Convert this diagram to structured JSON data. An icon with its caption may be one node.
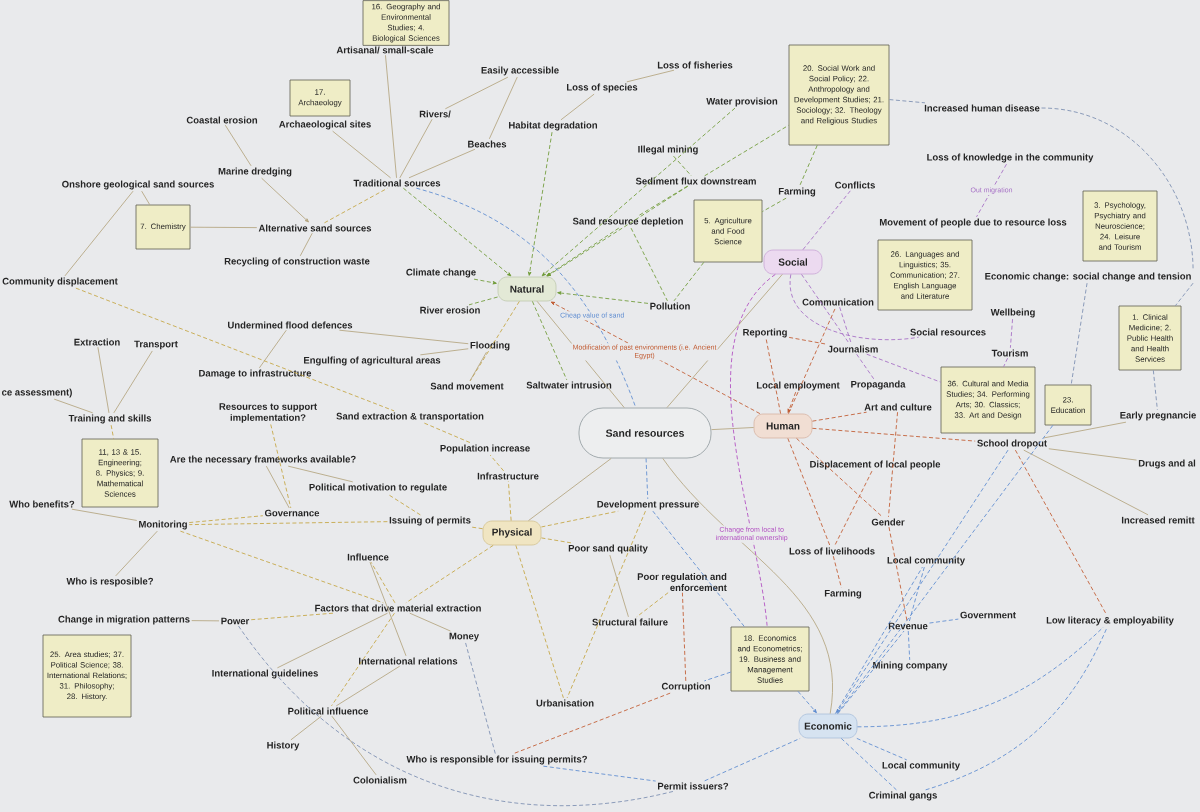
{
  "diagram": {
    "nodes": [
      {
        "text": [
          "16. Geography and Environmental Studies; 4. Biological Sciences"
        ]
      },
      {
        "text": [
          "Artisanal/ small-scale"
        ]
      },
      {
        "text": [
          "Loss of fisheries"
        ]
      },
      {
        "text": [
          "Easily accessible"
        ]
      },
      {
        "text": [
          "Loss of species"
        ]
      },
      {
        "text": [
          "17. Archaeology"
        ]
      },
      {
        "text": [
          "20. Social Work and Social Policy; 22. Anthropology and Development Studies; 21. Sociology; 32. Theology and Religious Studies"
        ]
      },
      {
        "text": [
          "Water provision"
        ]
      },
      {
        "text": [
          "Increased human disease"
        ]
      },
      {
        "text": [
          "Rivers/"
        ]
      },
      {
        "text": [
          "Coastal erosion"
        ]
      },
      {
        "text": [
          "Archaeological sites"
        ]
      },
      {
        "text": [
          "Habitat degradation"
        ]
      },
      {
        "text": [
          "Beaches"
        ]
      },
      {
        "text": [
          "Illegal mining"
        ]
      },
      {
        "text": [
          "Loss of knowledge in the community"
        ]
      },
      {
        "text": [
          "Marine dredging"
        ]
      },
      {
        "text": [
          "Traditional sources"
        ]
      },
      {
        "text": [
          "Sediment flux downstream"
        ]
      },
      {
        "text": [
          "Onshore geological sand sources"
        ]
      },
      {
        "text": [
          "Conflicts"
        ]
      },
      {
        "text": [
          "Farming"
        ]
      },
      {
        "text": [
          "7. Chemistry"
        ]
      },
      {
        "text": [
          "5. Agriculture and Food Science"
        ]
      },
      {
        "text": [
          "Sand resource depletion"
        ]
      },
      {
        "text": [
          "Movement of people due to resource loss"
        ]
      },
      {
        "text": [
          "3. Psychology, Psychiatry and Neuroscience; 24. Leisure and Tourism"
        ]
      },
      {
        "text": [
          "Alternative sand sources"
        ]
      },
      {
        "text": [
          "Recycling of construction waste"
        ]
      },
      {
        "text": [
          "Social"
        ]
      },
      {
        "text": [
          "Climate change"
        ]
      },
      {
        "text": [
          "26. Languages and Linguistics; 35. Communication; 27. English Language and Literature"
        ]
      },
      {
        "text": [
          "Economic change: social change and tension"
        ]
      },
      {
        "text": [
          "Community displacement"
        ]
      },
      {
        "text": [
          "Natural"
        ]
      },
      {
        "text": [
          "Communication"
        ]
      },
      {
        "text": [
          "Pollution"
        ]
      },
      {
        "text": [
          "River erosion"
        ]
      },
      {
        "text": [
          "Wellbeing"
        ]
      },
      {
        "text": [
          "Undermined flood defences"
        ]
      },
      {
        "text": [
          "Social resources"
        ]
      },
      {
        "text": [
          "Reporting"
        ]
      },
      {
        "text": [
          "1. Clinical Medicine; 2. Public Health and Health Services"
        ]
      },
      {
        "text": [
          "Extraction"
        ]
      },
      {
        "text": [
          "Transport"
        ]
      },
      {
        "text": [
          "Flooding"
        ]
      },
      {
        "text": [
          "Journalism"
        ]
      },
      {
        "text": [
          "Tourism"
        ]
      },
      {
        "text": [
          "Engulfing of agricultural areas"
        ]
      },
      {
        "text": [
          "Damage to infrastructure"
        ]
      },
      {
        "text": [
          "Local employment"
        ]
      },
      {
        "text": [
          "Propaganda"
        ]
      },
      {
        "text": [
          "Sand movement"
        ]
      },
      {
        "text": [
          "Saltwater intrusion"
        ]
      },
      {
        "text": [
          "ce assessment)"
        ]
      },
      {
        "text": [
          "36. Cultural and Media Studies; 34. Performing Arts; 30. Classics; 33. Art and Design"
        ]
      },
      {
        "text": [
          "23. Education"
        ]
      },
      {
        "text": [
          "Art and culture"
        ]
      },
      {
        "text": [
          "Resources to support implementation?"
        ]
      },
      {
        "text": [
          "Early pregnancie"
        ]
      },
      {
        "text": [
          "Sand extraction & transportation"
        ]
      },
      {
        "text": [
          "Training and skills"
        ]
      },
      {
        "text": [
          "Human"
        ]
      },
      {
        "text": [
          "Sand resources"
        ]
      },
      {
        "text": [
          "School dropout"
        ]
      },
      {
        "text": [
          "Population increase"
        ]
      },
      {
        "text": [
          "Are the necessary frameworks available?"
        ]
      },
      {
        "text": [
          "Drugs and al"
        ]
      },
      {
        "text": [
          "Displacement of local people"
        ]
      },
      {
        "text": [
          "11, 13 & 15. Engineering; 8. Physics; 9. Mathematical Sciences"
        ]
      },
      {
        "text": [
          "Infrastructure"
        ]
      },
      {
        "text": [
          "Political motivation to regulate"
        ]
      },
      {
        "text": [
          "Who benefits?"
        ]
      },
      {
        "text": [
          "Development pressure"
        ]
      },
      {
        "text": [
          "Governance"
        ]
      },
      {
        "text": [
          "Increased remitt"
        ]
      },
      {
        "text": [
          "Issuing of permits"
        ]
      },
      {
        "text": [
          "Gender"
        ]
      },
      {
        "text": [
          "Monitoring"
        ]
      },
      {
        "text": [
          "Physical"
        ]
      },
      {
        "text": [
          "Poor sand quality"
        ]
      },
      {
        "text": [
          "Loss of livelihoods"
        ]
      },
      {
        "text": [
          "Local community"
        ]
      },
      {
        "text": [
          "Influence"
        ]
      },
      {
        "text": [
          "Who is resposible?"
        ]
      },
      {
        "text": [
          "Poor regulation and enforcement"
        ]
      },
      {
        "text": [
          "Farming"
        ]
      },
      {
        "text": [
          "Factors that drive material extraction"
        ]
      },
      {
        "text": [
          "Government"
        ]
      },
      {
        "text": [
          "Change in migration patterns"
        ]
      },
      {
        "text": [
          "Power"
        ]
      },
      {
        "text": [
          "Structural failure"
        ]
      },
      {
        "text": [
          "Low literacy & employability"
        ]
      },
      {
        "text": [
          "Revenue"
        ]
      },
      {
        "text": [
          "Money"
        ]
      },
      {
        "text": [
          "18. Economics and Econometrics; 19. Business and Management Studies"
        ]
      },
      {
        "text": [
          "International relations"
        ]
      },
      {
        "text": [
          "Mining company"
        ]
      },
      {
        "text": [
          "International guidelines"
        ]
      },
      {
        "text": [
          "25. Area studies; 37. Political Science; 38. International Relations; 31. Philosophy; 28. History."
        ]
      },
      {
        "text": [
          "Corruption"
        ]
      },
      {
        "text": [
          "Urbanisation"
        ]
      },
      {
        "text": [
          "Political influence"
        ]
      },
      {
        "text": [
          "Economic"
        ]
      },
      {
        "text": [
          "History"
        ]
      },
      {
        "text": [
          "Who is responsible for issuing permits?"
        ]
      },
      {
        "text": [
          "Local community"
        ]
      },
      {
        "text": [
          "Colonialism"
        ]
      },
      {
        "text": [
          "Permit issuers?"
        ]
      },
      {
        "text": [
          "Criminal gangs"
        ]
      }
    ],
    "edges": [
      {
        "from": 12,
        "to": 34,
        "arrow": "to",
        "style": "dashed",
        "color": "#6e9a35"
      },
      {
        "from": 7,
        "to": 34,
        "arrow": "to",
        "style": "dashed",
        "color": "#6e9a35"
      },
      {
        "from": 18,
        "to": 34,
        "arrow": "to",
        "style": "dashed",
        "color": "#6e9a35"
      },
      {
        "from": 24,
        "to": 34,
        "arrow": "to",
        "style": "dashed",
        "color": "#6e9a35"
      },
      {
        "from": 30,
        "to": 34,
        "arrow": "to",
        "style": "dashed",
        "color": "#6e9a35"
      },
      {
        "from": 17,
        "to": 34,
        "arrow": "to",
        "style": "dashed",
        "color": "#6e9a35"
      },
      {
        "from": 36,
        "to": 34,
        "arrow": "to",
        "style": "dashed",
        "color": "#6e9a35"
      },
      {
        "from": 34,
        "to": 37,
        "arrow": "none",
        "style": "dashed",
        "color": "#6e9a35"
      },
      {
        "from": 34,
        "to": 53,
        "arrow": "none",
        "style": "dashed",
        "color": "#6e9a35"
      },
      {
        "from": 34,
        "to": 52,
        "arrow": "none",
        "style": "dashed",
        "color": "#c4a440"
      },
      {
        "from": 62,
        "to": 34,
        "arrow": "to",
        "style": "dashed",
        "color": "#c0582e",
        "label": "Modification of past environments (i.e. Ancient Egypt)"
      },
      {
        "from": 17,
        "to": 63,
        "arrow": "none",
        "style": "dashed",
        "color": "#5b8ad0",
        "label": "Cheap value of sand"
      },
      {
        "from": 63,
        "to": 34,
        "arrow": "none"
      },
      {
        "from": 63,
        "to": 79,
        "arrow": "none"
      },
      {
        "from": 63,
        "to": 62,
        "arrow": "none"
      },
      {
        "from": 63,
        "to": 29,
        "arrow": "none"
      },
      {
        "from": 63,
        "to": 103,
        "arrow": "none"
      },
      {
        "from": 17,
        "to": 1,
        "arrow": "none"
      },
      {
        "from": 17,
        "to": 11,
        "arrow": "none"
      },
      {
        "from": 17,
        "to": 9,
        "arrow": "none"
      },
      {
        "from": 17,
        "to": 13,
        "arrow": "none"
      },
      {
        "from": 9,
        "to": 3,
        "arrow": "none"
      },
      {
        "from": 13,
        "to": 3,
        "arrow": "none"
      },
      {
        "from": 12,
        "to": 4,
        "arrow": "none"
      },
      {
        "from": 4,
        "to": 2,
        "arrow": "none"
      },
      {
        "from": 27,
        "to": 17,
        "arrow": "none",
        "style": "dashed",
        "color": "#c4a440"
      },
      {
        "from": 16,
        "to": 27,
        "arrow": "to"
      },
      {
        "from": 10,
        "to": 16,
        "arrow": "none"
      },
      {
        "from": 19,
        "to": 22,
        "arrow": "none"
      },
      {
        "from": 22,
        "to": 27,
        "arrow": "none"
      },
      {
        "from": 28,
        "to": 27,
        "arrow": "none"
      },
      {
        "from": 33,
        "to": 19,
        "arrow": "none"
      },
      {
        "from": 14,
        "to": 18,
        "arrow": "none",
        "style": "dashed",
        "color": "#6e9a35"
      },
      {
        "from": 18,
        "to": 24,
        "arrow": "none",
        "style": "dashed",
        "color": "#6e9a35"
      },
      {
        "from": 18,
        "to": 6,
        "arrow": "none",
        "style": "dashed",
        "color": "#6e9a35"
      },
      {
        "from": 21,
        "to": 23,
        "arrow": "none",
        "style": "dashed",
        "color": "#6e9a35"
      },
      {
        "from": 6,
        "to": 21,
        "arrow": "none",
        "style": "dashed",
        "color": "#6e9a35"
      },
      {
        "from": 23,
        "to": 36,
        "arrow": "none",
        "style": "dashed",
        "color": "#6e9a35"
      },
      {
        "from": 24,
        "to": 36,
        "arrow": "none",
        "style": "dashed",
        "color": "#6e9a35"
      },
      {
        "from": 45,
        "to": 39,
        "arrow": "none"
      },
      {
        "from": 45,
        "to": 48,
        "arrow": "none"
      },
      {
        "from": 45,
        "to": 52,
        "arrow": "none"
      },
      {
        "from": 39,
        "to": 49,
        "arrow": "none"
      },
      {
        "from": 33,
        "to": 60,
        "arrow": "none",
        "style": "dashed",
        "color": "#c4a440"
      },
      {
        "from": 63,
        "to": 73,
        "arrow": "none",
        "style": "dashed",
        "color": "#5b8ad0"
      },
      {
        "from": 73,
        "to": 95,
        "arrow": "none",
        "style": "dashed",
        "color": "#5b8ad0"
      },
      {
        "from": 95,
        "to": 103,
        "arrow": "to",
        "style": "dashed",
        "color": "#5b8ad0"
      },
      {
        "from": 29,
        "to": 20,
        "arrow": "none",
        "style": "dashed",
        "color": "#a46cc4"
      },
      {
        "from": 29,
        "to": 40,
        "arrow": "none",
        "style": "dashed",
        "color": "#a46cc4"
      },
      {
        "from": 29,
        "to": 46,
        "arrow": "none",
        "style": "dashed",
        "color": "#a46cc4"
      },
      {
        "from": 29,
        "to": 95,
        "arrow": "none",
        "style": "dashed",
        "color": "#b04cc0",
        "label": "Change from local to international ownership"
      },
      {
        "from": 15,
        "to": 25,
        "arrow": "none",
        "style": "dashed",
        "color": "#a46cc4",
        "label": "Out migration"
      },
      {
        "from": 35,
        "to": 46,
        "arrow": "none",
        "style": "dashed",
        "color": "#a46cc4"
      },
      {
        "from": 46,
        "to": 51,
        "arrow": "none",
        "style": "dashed",
        "color": "#a46cc4"
      },
      {
        "from": 46,
        "to": 55,
        "arrow": "none",
        "style": "dashed",
        "color": "#a46cc4"
      },
      {
        "from": 38,
        "to": 47,
        "arrow": "none",
        "style": "dashed",
        "color": "#a46cc4"
      },
      {
        "from": 47,
        "to": 55,
        "arrow": "none",
        "style": "dashed",
        "color": "#a46cc4"
      },
      {
        "from": 62,
        "to": 35,
        "arrow": "none",
        "style": "dashed",
        "color": "#c0582e"
      },
      {
        "from": 62,
        "to": 41,
        "arrow": "none",
        "style": "dashed",
        "color": "#c0582e"
      },
      {
        "from": 41,
        "to": 46,
        "arrow": "none",
        "style": "dashed",
        "color": "#c0582e"
      },
      {
        "from": 50,
        "to": 62,
        "arrow": "to",
        "style": "dashed",
        "color": "#c0582e"
      },
      {
        "from": 62,
        "to": 57,
        "arrow": "none",
        "style": "dashed",
        "color": "#c0582e"
      },
      {
        "from": 62,
        "to": 64,
        "arrow": "none",
        "style": "dashed",
        "color": "#c0582e"
      },
      {
        "from": 62,
        "to": 77,
        "arrow": "none",
        "style": "dashed",
        "color": "#c0582e"
      },
      {
        "from": 62,
        "to": 81,
        "arrow": "none",
        "style": "dashed",
        "color": "#c0582e"
      },
      {
        "from": 64,
        "to": 92,
        "arrow": "none",
        "style": "dashed",
        "color": "#c0582e"
      },
      {
        "from": 77,
        "to": 93,
        "arrow": "none",
        "style": "dashed",
        "color": "#c0582e"
      },
      {
        "from": 64,
        "to": 59,
        "arrow": "none"
      },
      {
        "from": 64,
        "to": 67,
        "arrow": "none"
      },
      {
        "from": 64,
        "to": 75,
        "arrow": "none"
      },
      {
        "from": 68,
        "to": 81,
        "arrow": "none",
        "style": "dashed",
        "color": "#c0582e"
      },
      {
        "from": 81,
        "to": 86,
        "arrow": "none",
        "style": "dashed",
        "color": "#c0582e"
      },
      {
        "from": 57,
        "to": 77,
        "arrow": "none",
        "style": "dashed",
        "color": "#c0582e"
      },
      {
        "from": 6,
        "to": 8,
        "arrow": "none",
        "style": "dashed",
        "color": "#7a8cb0"
      },
      {
        "from": 8,
        "to": 32,
        "arrow": "none",
        "style": "dashed",
        "color": "#7a8cb0"
      },
      {
        "from": 32,
        "to": 42,
        "arrow": "none",
        "style": "dashed",
        "color": "#7a8cb0"
      },
      {
        "from": 42,
        "to": 59,
        "arrow": "none",
        "style": "dashed",
        "color": "#7a8cb0"
      },
      {
        "from": 32,
        "to": 56,
        "arrow": "none",
        "style": "dashed",
        "color": "#7a8cb0"
      },
      {
        "from": 103,
        "to": 106,
        "arrow": "none",
        "style": "dashed",
        "color": "#5b8ad0"
      },
      {
        "from": 103,
        "to": 109,
        "arrow": "none",
        "style": "dashed",
        "color": "#5b8ad0"
      },
      {
        "from": 103,
        "to": 92,
        "arrow": "none",
        "style": "dashed",
        "color": "#5b8ad0"
      },
      {
        "from": 109,
        "to": 92,
        "arrow": "none",
        "style": "dashed",
        "color": "#5b8ad0"
      },
      {
        "from": 103,
        "to": 82,
        "arrow": "none",
        "style": "dashed",
        "color": "#5b8ad0"
      },
      {
        "from": 103,
        "to": 93,
        "arrow": "none",
        "style": "dashed",
        "color": "#5b8ad0"
      },
      {
        "from": 93,
        "to": 88,
        "arrow": "none",
        "style": "dashed",
        "color": "#5b8ad0"
      },
      {
        "from": 93,
        "to": 97,
        "arrow": "none",
        "style": "dashed",
        "color": "#5b8ad0"
      },
      {
        "from": 82,
        "to": 93,
        "arrow": "none",
        "style": "dashed",
        "color": "#5b8ad0"
      },
      {
        "from": 64,
        "to": 103,
        "arrow": "to",
        "style": "dashed",
        "color": "#5b8ad0"
      },
      {
        "from": 56,
        "to": 103,
        "arrow": "none",
        "style": "dashed",
        "color": "#5b8ad0"
      },
      {
        "from": 95,
        "to": 100,
        "arrow": "none",
        "style": "dashed",
        "color": "#5b8ad0"
      },
      {
        "from": 100,
        "to": 85,
        "arrow": "none",
        "style": "dashed",
        "color": "#c0582e"
      },
      {
        "from": 100,
        "to": 105,
        "arrow": "none",
        "style": "dashed",
        "color": "#c0582e"
      },
      {
        "from": 105,
        "to": 108,
        "arrow": "none",
        "style": "dashed",
        "color": "#5b8ad0"
      },
      {
        "from": 108,
        "to": 103,
        "arrow": "none",
        "style": "dashed",
        "color": "#5b8ad0"
      },
      {
        "from": 79,
        "to": 76,
        "arrow": "none",
        "style": "dashed",
        "color": "#c4a440"
      },
      {
        "from": 79,
        "to": 70,
        "arrow": "none",
        "style": "dashed",
        "color": "#c4a440"
      },
      {
        "from": 70,
        "to": 65,
        "arrow": "none",
        "style": "dashed",
        "color": "#c4a440"
      },
      {
        "from": 60,
        "to": 65,
        "arrow": "none",
        "style": "dashed",
        "color": "#c4a440"
      },
      {
        "from": 79,
        "to": 80,
        "arrow": "none",
        "style": "dashed",
        "color": "#c4a440"
      },
      {
        "from": 79,
        "to": 73,
        "arrow": "none",
        "style": "dashed",
        "color": "#c4a440"
      },
      {
        "from": 79,
        "to": 87,
        "arrow": "none",
        "style": "dashed",
        "color": "#c4a440"
      },
      {
        "from": 79,
        "to": 101,
        "arrow": "none",
        "style": "dashed",
        "color": "#c4a440"
      },
      {
        "from": 73,
        "to": 101,
        "arrow": "none",
        "style": "dashed",
        "color": "#c4a440"
      },
      {
        "from": 76,
        "to": 71,
        "arrow": "none",
        "style": "dashed",
        "color": "#c4a440"
      },
      {
        "from": 76,
        "to": 78,
        "arrow": "none",
        "style": "dashed",
        "color": "#c4a440"
      },
      {
        "from": 71,
        "to": 66,
        "arrow": "none"
      },
      {
        "from": 74,
        "to": 66,
        "arrow": "none"
      },
      {
        "from": 58,
        "to": 74,
        "arrow": "none",
        "style": "dashed",
        "color": "#c4a440"
      },
      {
        "from": 78,
        "to": 72,
        "arrow": "none"
      },
      {
        "from": 78,
        "to": 84,
        "arrow": "none"
      },
      {
        "from": 78,
        "to": 74,
        "arrow": "none",
        "style": "dashed",
        "color": "#c4a440"
      },
      {
        "from": 78,
        "to": 87,
        "arrow": "none",
        "style": "dashed",
        "color": "#c4a440"
      },
      {
        "from": 61,
        "to": 69,
        "arrow": "none",
        "style": "dashed",
        "color": "#c4a440"
      },
      {
        "from": 61,
        "to": 43,
        "arrow": "none"
      },
      {
        "from": 61,
        "to": 44,
        "arrow": "none"
      },
      {
        "from": 61,
        "to": 54,
        "arrow": "none"
      },
      {
        "from": 87,
        "to": 83,
        "arrow": "none",
        "style": "dashed",
        "color": "#c4a440"
      },
      {
        "from": 87,
        "to": 90,
        "arrow": "none",
        "style": "dashed",
        "color": "#c4a440"
      },
      {
        "from": 87,
        "to": 94,
        "arrow": "none"
      },
      {
        "from": 87,
        "to": 98,
        "arrow": "none"
      },
      {
        "from": 87,
        "to": 102,
        "arrow": "none",
        "style": "dashed",
        "color": "#c4a440"
      },
      {
        "from": 83,
        "to": 96,
        "arrow": "none"
      },
      {
        "from": 90,
        "to": 89,
        "arrow": "none"
      },
      {
        "from": 102,
        "to": 96,
        "arrow": "none"
      },
      {
        "from": 102,
        "to": 104,
        "arrow": "none"
      },
      {
        "from": 102,
        "to": 107,
        "arrow": "none"
      },
      {
        "from": 94,
        "to": 105,
        "arrow": "none",
        "style": "dashed",
        "color": "#7a8cb0"
      },
      {
        "from": 90,
        "to": 108,
        "arrow": "none",
        "style": "dashed",
        "color": "#7a8cb0"
      },
      {
        "from": 80,
        "to": 91,
        "arrow": "none"
      },
      {
        "from": 85,
        "to": 91,
        "arrow": "none",
        "style": "dashed",
        "color": "#c4a440"
      }
    ]
  }
}
